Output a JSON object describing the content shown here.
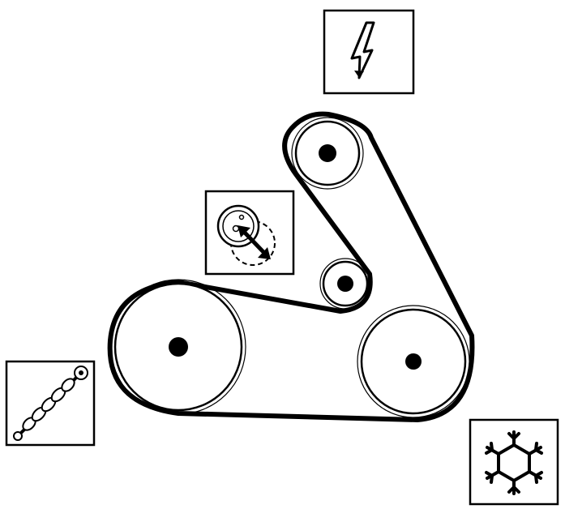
{
  "diagram": {
    "type": "accessory-drive-belt-routing",
    "colors": {
      "line": "#000000",
      "background": "#ffffff",
      "pulley_fill": "#ffffff"
    },
    "components": [
      {
        "id": "alternator",
        "icon": "lightning-bolt-icon"
      },
      {
        "id": "tensioner",
        "icon": "tensioner-arrow-icon"
      },
      {
        "id": "idler",
        "icon": "none"
      },
      {
        "id": "crankshaft",
        "icon": "crankshaft-icon"
      },
      {
        "id": "ac-compressor",
        "icon": "snowflake-icon"
      }
    ],
    "belt_route": [
      "crankshaft",
      "tensioner",
      "alternator",
      "idler",
      "ac-compressor"
    ]
  }
}
